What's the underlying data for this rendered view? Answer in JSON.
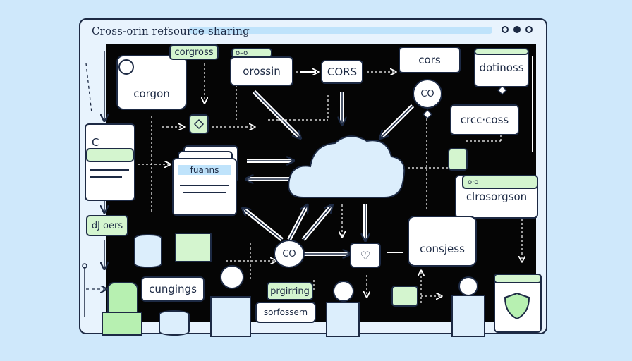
{
  "window": {
    "title": "Cross-orin refsource sharing"
  },
  "labels": {
    "corgon": "corgon",
    "corgross": "corgross",
    "orossin": "orossin",
    "cors_center": "CORS",
    "cors_top": "cors",
    "dotinoss": "dotinoss",
    "co_top": "CO",
    "crcccoss": "crcc·coss",
    "funns": "fuanns",
    "clrosorgson": "clrosorgson",
    "djoers": "dJ oers",
    "co_bottom": "CO",
    "consjess": "consjess",
    "cungings": "cungings",
    "prgirring": "prgirring",
    "sorfossern": "sorfossern",
    "c_left": "C",
    "oo_top": "o–o",
    "oo_right": "o·o"
  },
  "colors": {
    "accent": "#b7f0b1",
    "outline": "#1d2a44",
    "cloud": "#dceefc",
    "background": "#cfe8fb"
  },
  "icons": [
    "cloud-icon",
    "database-icon",
    "server-icon",
    "person-icon",
    "shield-icon",
    "heart-icon",
    "link-icon",
    "dot-icon"
  ]
}
